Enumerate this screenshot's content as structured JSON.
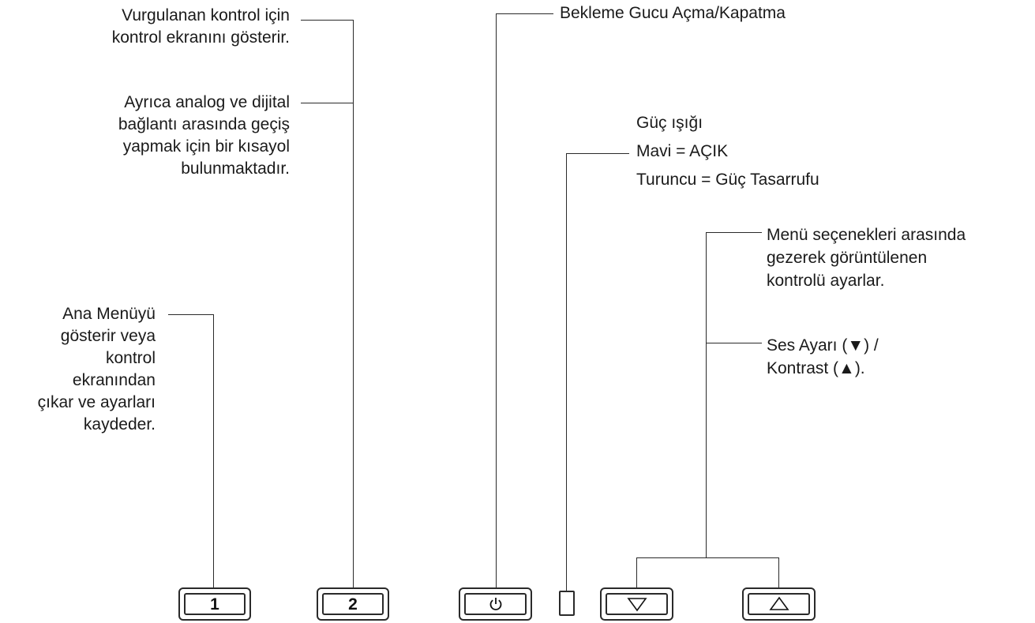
{
  "labels": {
    "vurgulanan": [
      "Vurgulanan kontrol için",
      "kontrol ekranını gösterir."
    ],
    "ayrica": [
      "Ayrıca analog ve dijital",
      "bağlantı arasında geçiş",
      "yapmak için bir kısayol",
      "bulunmaktadır."
    ],
    "ana_menu": [
      "Ana Menüyü",
      "gösterir veya",
      "kontrol",
      "ekranından",
      "çıkar ve ayarları",
      "kaydeder."
    ],
    "bekleme": "Bekleme Gucu Açma/Kapatma",
    "guc_isigi": [
      "Güç ışığı",
      "Mavi = AÇIK",
      "Turuncu = Güç Tasarrufu"
    ],
    "menu_secenek": [
      "Menü seçenekleri arasında",
      "gezerek görüntülenen",
      "kontrolü ayarlar."
    ],
    "ses": [
      "Ses Ayarı (▼) /",
      "Kontrast  (▲)."
    ]
  },
  "buttons": {
    "one": "1",
    "two": "2",
    "power_icon": "power-icon",
    "down_icon": "triangle-down-icon",
    "up_icon": "triangle-up-icon"
  }
}
